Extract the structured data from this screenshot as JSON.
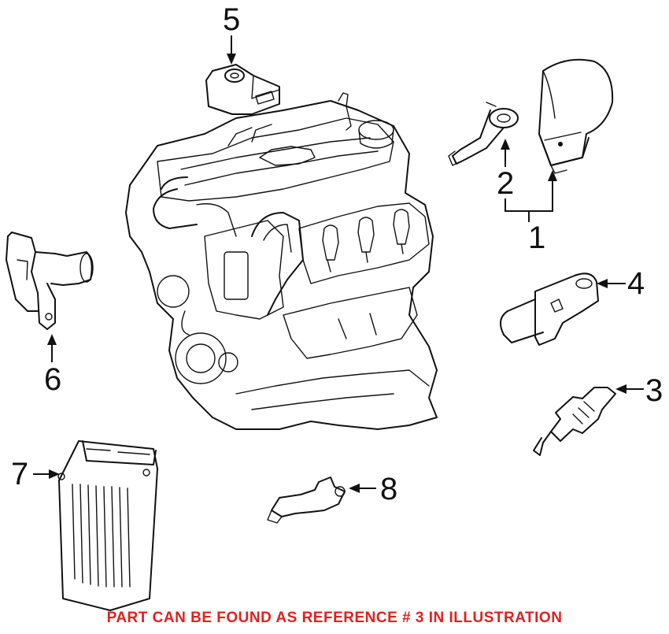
{
  "diagram": {
    "callouts": [
      "1",
      "2",
      "3",
      "4",
      "5",
      "6",
      "7",
      "8"
    ],
    "caption": "PART CAN BE FOUND AS REFERENCE # 3 IN ILLUSTRATION",
    "colors": {
      "line": "#111111",
      "caption": "#e02020",
      "background": "#ffffff"
    }
  }
}
